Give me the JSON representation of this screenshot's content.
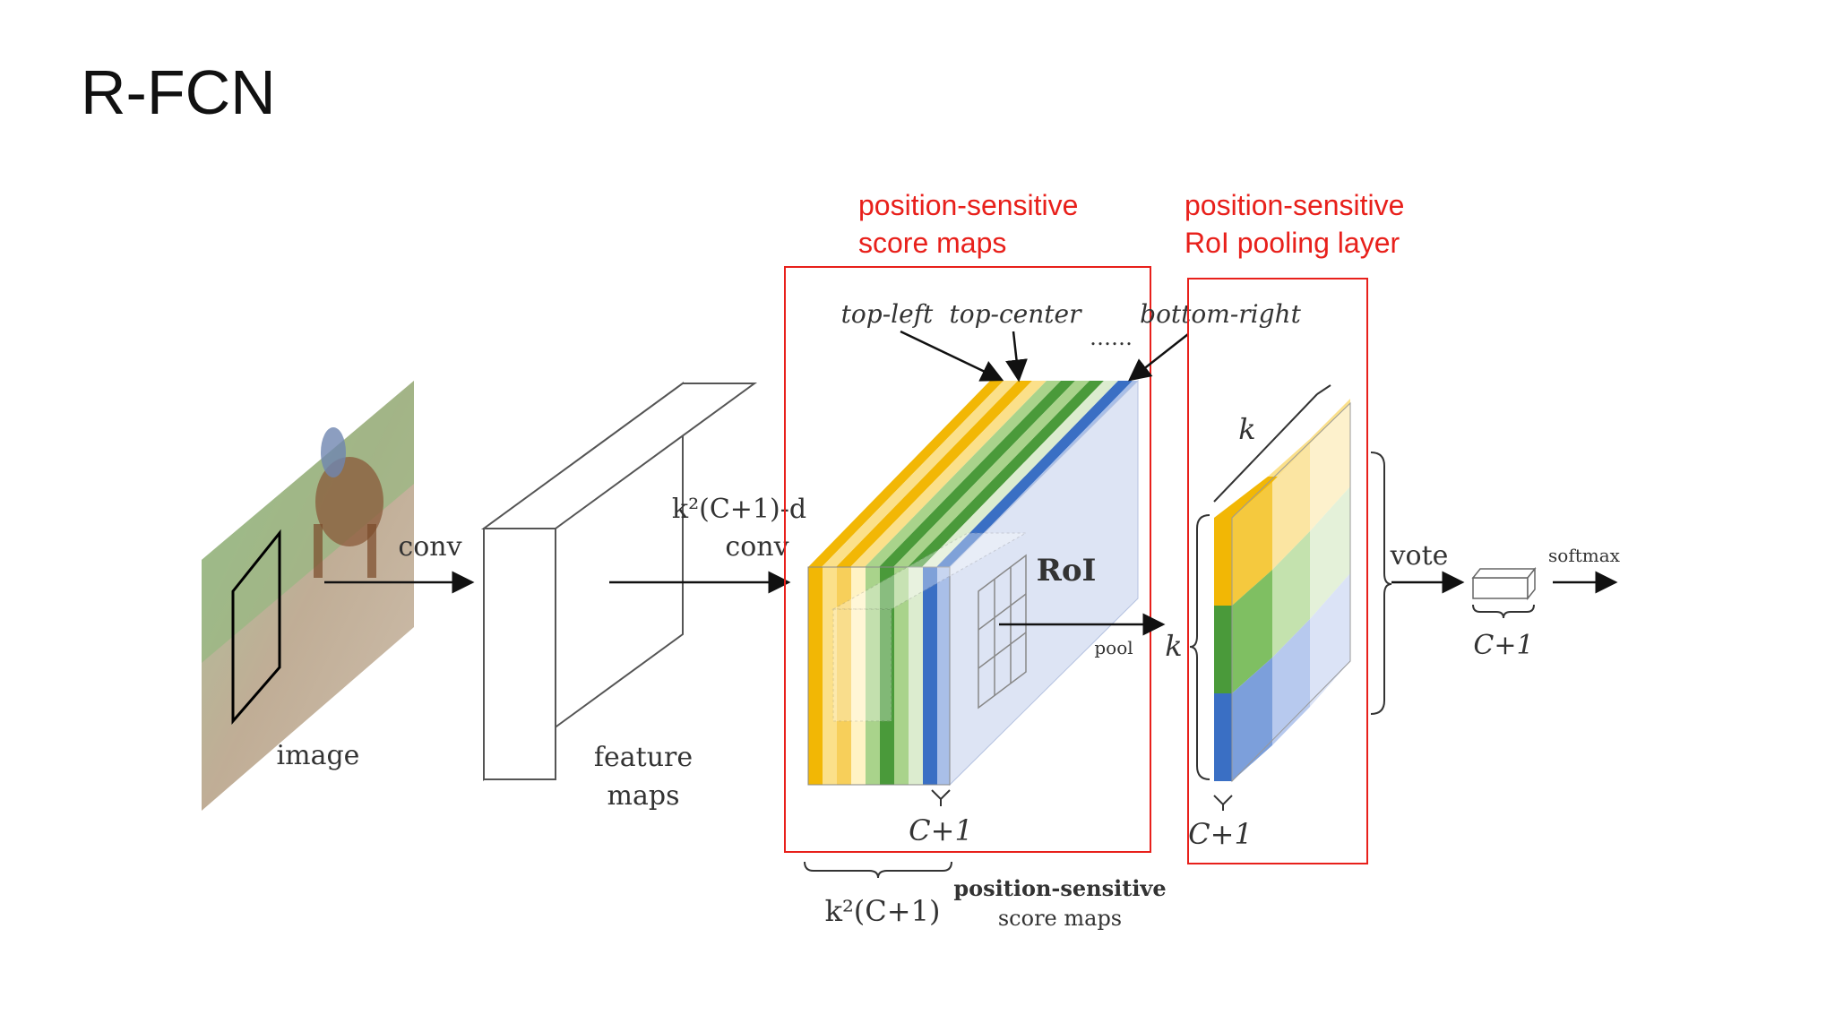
{
  "slide": {
    "title": "R-FCN"
  },
  "annotations": {
    "score_maps": [
      "position-sensitive",
      "score maps"
    ],
    "roi_pool": [
      "position-sensitive",
      "RoI pooling layer"
    ]
  },
  "labels": {
    "image": "image",
    "conv": "conv",
    "feature_maps": [
      "feature",
      "maps"
    ],
    "k2_conv_line1": "k²(C+1)-d",
    "k2_conv_line2": "conv",
    "top_left": "top-left",
    "top_center": "top-center",
    "bottom_right": "bottom-right",
    "dots": "……",
    "roi": "RoI",
    "pool": "pool",
    "k_side": "k",
    "k_top": "k",
    "c_plus_1_maps": "C+1",
    "c_plus_1_pool": "C+1",
    "c_plus_1_out": "C+1",
    "k2_c_plus_1": "k²(C+1)",
    "ps_score_maps_bottom": [
      "position-sensitive",
      "score maps"
    ],
    "vote": "vote",
    "softmax": "softmax"
  },
  "colors": {
    "yellow": "#f2b705",
    "light_yellow": "#fbe08a",
    "green": "#4a9a3a",
    "light_green": "#a9d38b",
    "blue": "#3a6fc4",
    "light_blue": "#a9bfe8",
    "red_annotation": "#e8201b"
  }
}
